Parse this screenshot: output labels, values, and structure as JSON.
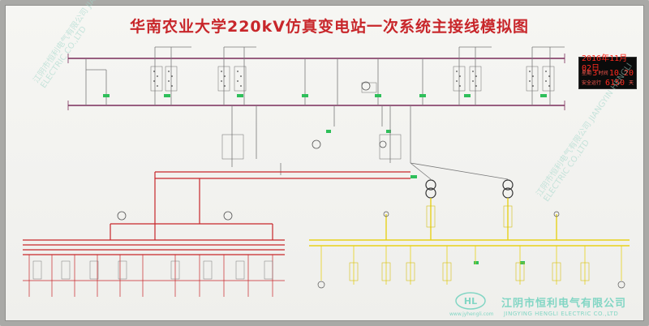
{
  "title": "华南农业大学220kV仿真变电站一次系统主接线模拟图",
  "clock": {
    "date_label": "",
    "date": "2016年11月02日",
    "row2_label1": "星期",
    "weekday": "3",
    "row2_label2": "时间",
    "time": "10 20",
    "row3_label": "安全运行",
    "days": "6150",
    "days_unit": "天"
  },
  "watermark": {
    "left": "江阴市恒利电气有限公司 JIANGYIN HENGLI ELECTRIC CO.,LTD",
    "right": "江阴市恒利电气有限公司 JIANGYIN HENGLI ELECTRIC CO.,LTD"
  },
  "company": {
    "logo_text": "HL",
    "name_cn": "江阴市恒利电气有限公司",
    "name_en": "JINGYING HENGLI ELECTRIC CO.,LTD",
    "website": "www.jyhengli.com"
  },
  "colors": {
    "title_red": "#c8262a",
    "bus_220kv": "#7a2d5a",
    "bus_110kv": "#c8262a",
    "bus_10kv": "#e7d21a",
    "line_gray": "#7a7a7a",
    "breaker_green": "#2fbf5a",
    "clock_digits": "#ff2a1f"
  }
}
